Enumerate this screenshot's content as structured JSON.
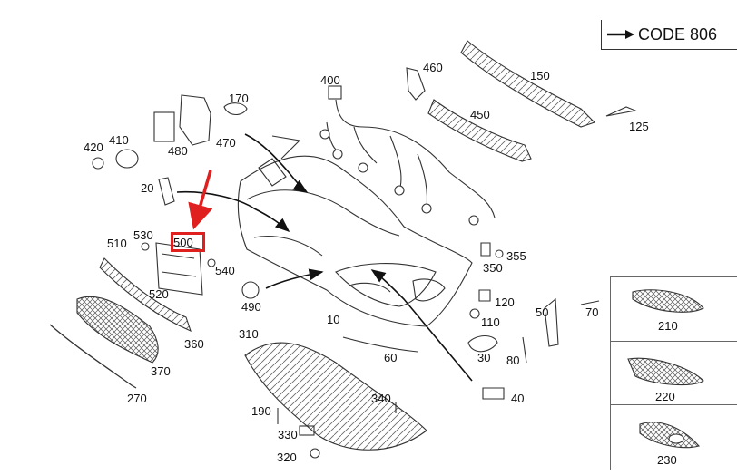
{
  "code": {
    "text": "CODE 806"
  },
  "callouts": {
    "c10": "10",
    "c20": "20",
    "c30": "30",
    "c40": "40",
    "c50": "50",
    "c60": "60",
    "c70": "70",
    "c80": "80",
    "c110": "110",
    "c120": "120",
    "c125": "125",
    "c150": "150",
    "c170": "170",
    "c190": "190",
    "c210": "210",
    "c220": "220",
    "c230": "230",
    "c270": "270",
    "c310": "310",
    "c320": "320",
    "c330": "330",
    "c340": "340",
    "c350": "350",
    "c355": "355",
    "c360": "360",
    "c370": "370",
    "c400": "400",
    "c410": "410",
    "c420": "420",
    "c450": "450",
    "c460": "460",
    "c470": "470",
    "c480": "480",
    "c490": "490",
    "c500": "500",
    "c510": "510",
    "c520": "520",
    "c530": "530",
    "c540": "540"
  },
  "colors": {
    "highlight": "#e0201f",
    "line": "#333333",
    "arrow": "#111111"
  }
}
